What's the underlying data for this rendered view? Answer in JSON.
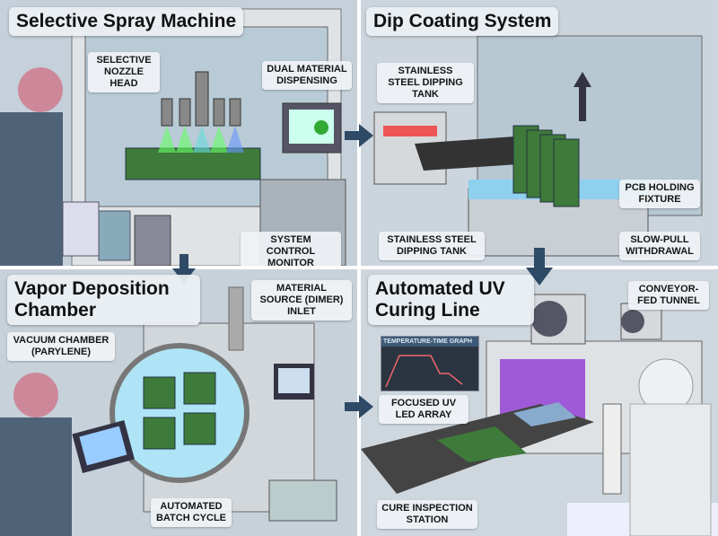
{
  "panels": [
    {
      "title": "Selective Spray Machine",
      "labels": [
        "SELECTIVE NOZZLE HEAD",
        "DUAL MATERIAL DISPENSING",
        "SYSTEM CONTROL MONITOR"
      ]
    },
    {
      "title": "Dip Coating System",
      "labels": [
        "STAINLESS STEEL DIPPING TANK",
        "PCB HOLDING FIXTURE",
        "STAINLESS STEEL DIPPING TANK",
        "SLOW-PULL WITHDRAWAL"
      ]
    },
    {
      "title": "Vapor Deposition Chamber",
      "labels": [
        "MATERIAL SOURCE (DIMER) INLET",
        "VACUUM CHAMBER (PARYLENE)",
        "AUTOMATED BATCH CYCLE"
      ]
    },
    {
      "title": "Automated UV Curing Line",
      "labels": [
        "CONVEYOR-FED TUNNEL",
        "FOCUSED UV LED ARRAY",
        "CURE INSPECTION STATION"
      ],
      "inset_graph_title": "TEMPERATURE-TIME GRAPH"
    }
  ],
  "colors": {
    "background": "#c9d3dc",
    "machine": "#d9dde1",
    "arrow": "#2e4a66",
    "pcb": "#3e7a3a",
    "uv": "#a05ad8"
  }
}
